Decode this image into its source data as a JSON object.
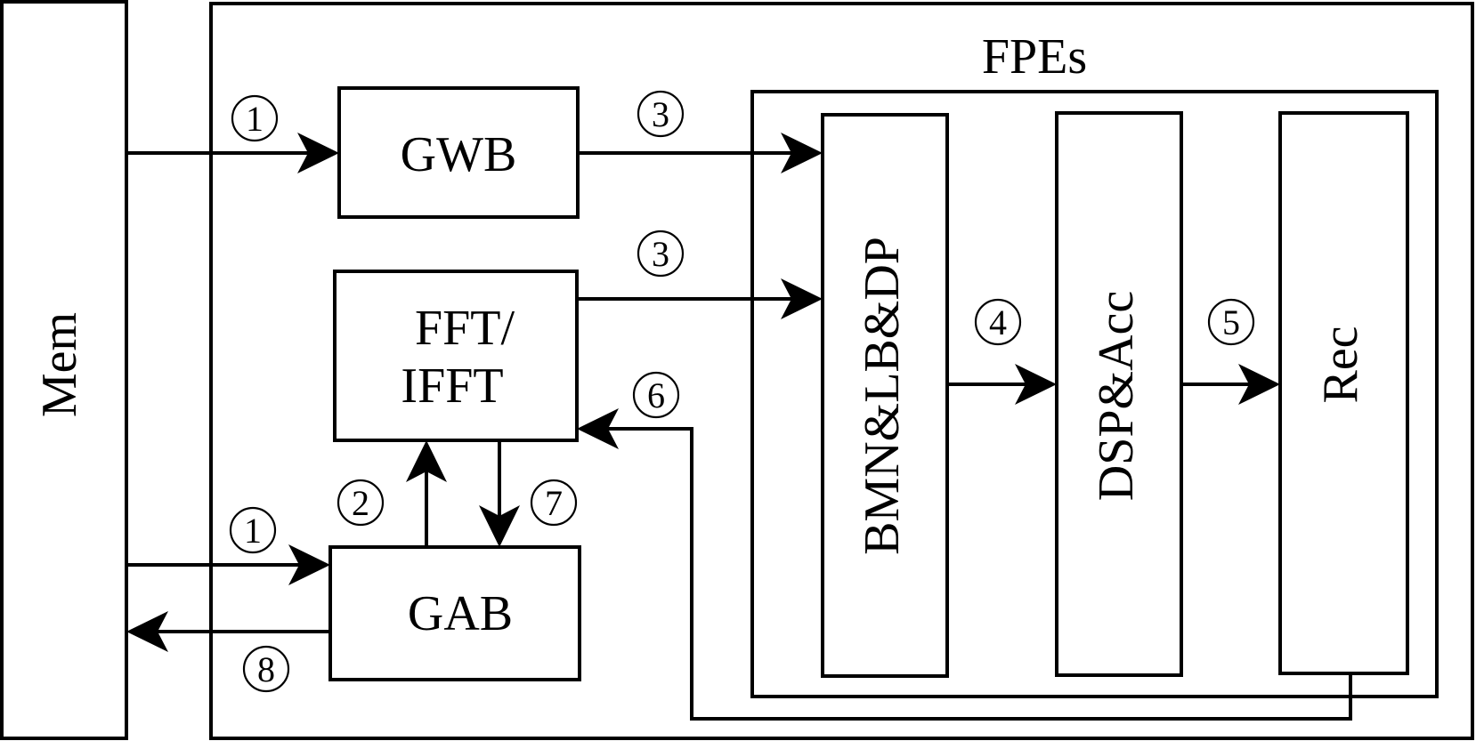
{
  "blocks": {
    "mem": "Mem",
    "fpes": "FPEs",
    "gwb": "GWB",
    "fft_line1": "FFT/",
    "fft_line2": "IFFT",
    "gab": "GAB",
    "bmn": "BMN&LB&DP",
    "dsp": "DSP&Acc",
    "rec": "Rec"
  },
  "steps": {
    "s1_top": "1",
    "s1_bottom": "1",
    "s2": "2",
    "s3_top": "3",
    "s3_mid": "3",
    "s4": "4",
    "s5": "5",
    "s6": "6",
    "s7": "7",
    "s8": "8"
  }
}
